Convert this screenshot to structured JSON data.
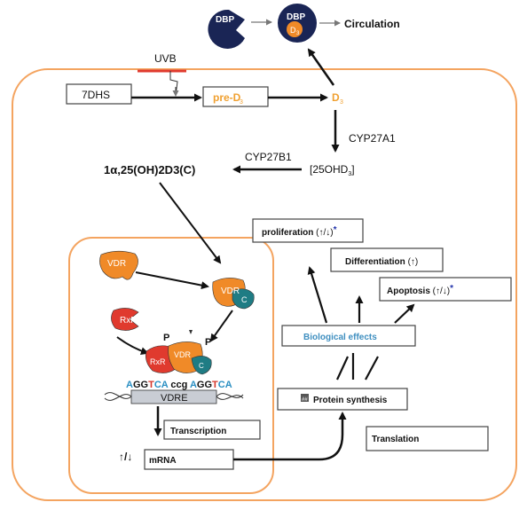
{
  "colors": {
    "cell_border": "#f4a460",
    "orange_text": "#f0a030",
    "vdr": "#f08a28",
    "rxr": "#e03a2e",
    "c_sub": "#1f7c84",
    "dbp": "#1a2555",
    "effects_text": "#3f8fc0",
    "vdre_box": "#c9cdd4",
    "blue_a": "#2a8fc2",
    "red_t": "#d4362a",
    "star": "#2233aa"
  },
  "top": {
    "dbp1": "DBP",
    "dbp2": "DBP",
    "d3_sub": "D",
    "d3_sub_index": "3",
    "circulation": "Circulation"
  },
  "pathway": {
    "uvb": "UVB",
    "seven_dhs": "7DHS",
    "pre_d3_main": "pre-D",
    "pre_d3_sub": "3",
    "d3_main": "D",
    "d3_sub": "3",
    "cyp27a1": "CYP27A1",
    "cyp27b1": "CYP27B1",
    "ohd3_left": "[25OHD",
    "ohd3_sub": "3",
    "ohd3_right": "]",
    "calcitriol": "1α,25(OH)2D3(C)"
  },
  "nucleus": {
    "vdr1": "VDR",
    "vdr2": "VDR",
    "c1": "C",
    "rxr1": "RxR",
    "p1": "P",
    "p2": "P",
    "rxr2": "RxR",
    "vdr3": "VDR",
    "c2": "C",
    "seq1": "A",
    "seq2": "GG",
    "seq3": "T",
    "seq4": "CA ",
    "seq5": "ccg ",
    "seq6": "A",
    "seq7": "GG",
    "seq8": "T",
    "seq9": "CA",
    "vdre": "VDRE",
    "transcription": "Transcription",
    "updown": "↑/↓",
    "mrna": "mRNA"
  },
  "effects": {
    "proliferation": "proliferation",
    "proliferation_mark": "(↑/↓)",
    "star1": "*",
    "differentiation": "Differentiation",
    "differentiation_mark": "(↑)",
    "apoptosis": "Apoptosis",
    "apoptosis_mark": "(↑/↓)",
    "star2": "*",
    "biological": "Biological effects",
    "protein_icon": "##",
    "protein": "Protein synthesis",
    "translation": "Translation"
  }
}
